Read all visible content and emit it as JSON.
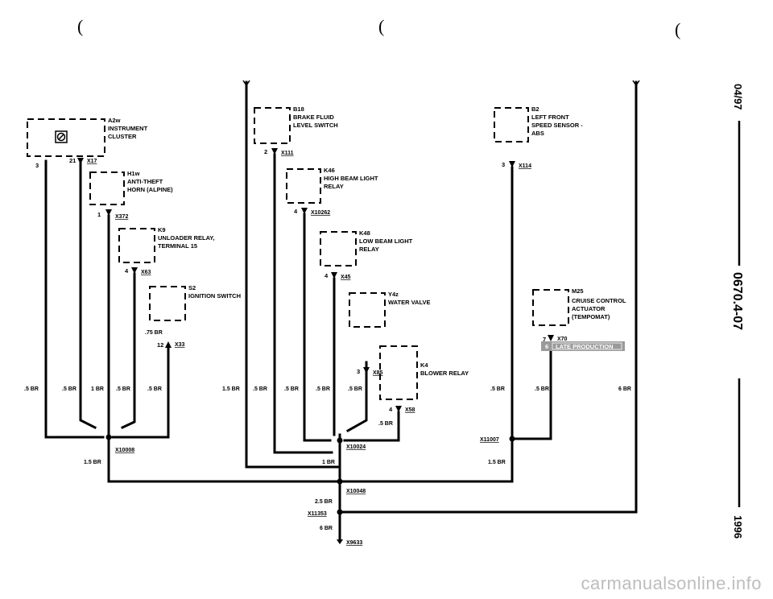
{
  "components": {
    "A2w": {
      "id": "A2w",
      "desc": [
        "INSTRUMENT",
        "CLUSTER"
      ]
    },
    "H1w": {
      "id": "H1w",
      "desc": [
        "ANTI-THEFT",
        "HORN (ALPINE)"
      ]
    },
    "K9": {
      "id": "K9",
      "desc": [
        "UNLOADER RELAY,",
        "TERMINAL 15"
      ]
    },
    "S2": {
      "id": "S2",
      "desc": [
        "IGNITION SWITCH"
      ]
    },
    "B18": {
      "id": "B18",
      "desc": [
        "BRAKE FLUID",
        "LEVEL SWITCH"
      ]
    },
    "K46": {
      "id": "K46",
      "desc": [
        "HIGH BEAM LIGHT",
        "RELAY"
      ]
    },
    "K48": {
      "id": "K48",
      "desc": [
        "LOW BEAM LIGHT",
        "RELAY"
      ]
    },
    "Y4z": {
      "id": "Y4z",
      "desc": [
        "WATER VALVE"
      ]
    },
    "K4": {
      "id": "K4",
      "desc": [
        "BLOWER RELAY"
      ]
    },
    "B2": {
      "id": "B2",
      "desc": [
        "LEFT FRONT",
        "SPEED SENSOR -",
        "ABS"
      ]
    },
    "M25": {
      "id": "M25",
      "desc": [
        "CRUISE CONTROL",
        "ACTUATOR",
        "(TEMPOMAT)"
      ]
    }
  },
  "connectors": {
    "X17": "X17",
    "X372": "X372",
    "X63": "X63",
    "X33": "X33",
    "X111": "X111",
    "X10262": "X10262",
    "X45": "X45",
    "X85": "X85",
    "X58": "X58",
    "X114": "X114",
    "X70": "X70",
    "X10008": "X10008",
    "X10024": "X10024",
    "X11007": "X11007",
    "X10048": "X10048",
    "X11353": "X11353",
    "X9633": "X9633"
  },
  "pins": {
    "a2w_left": "3",
    "a2w_right": "21",
    "h1w": "1",
    "k9": "4",
    "s2": "12",
    "b18": "2",
    "k46": "4",
    "k48": "4",
    "y4z": "3",
    "k4": "4",
    "b2": "3",
    "m25": "7",
    "late_pin": "6"
  },
  "wires": {
    "w1": ".5 BR",
    "w2": ".5 BR",
    "w3": "1 BR",
    "w4": ".5 BR",
    "w5": ".5 BR",
    "w_s2": ".75 BR",
    "w6": "1.5 BR",
    "w7": ".5 BR",
    "w8": ".5 BR",
    "w9": ".5 BR",
    "w10": ".5 BR",
    "w_k4": ".5 BR",
    "w11": ".5 BR",
    "w12": ".5 BR",
    "w13": "6 BR",
    "w_x10008": "1.5 BR",
    "w_x10024": "1 BR",
    "w_x11007": "1.5 BR",
    "w_x10048": "2.5 BR",
    "w_x11353": "6 BR"
  },
  "late_production": "LATE PRODUCTION",
  "side_labels": {
    "date": "04/97",
    "doc": "0670.4-07",
    "year": "1996"
  },
  "watermark": "carmanualsonline.info"
}
